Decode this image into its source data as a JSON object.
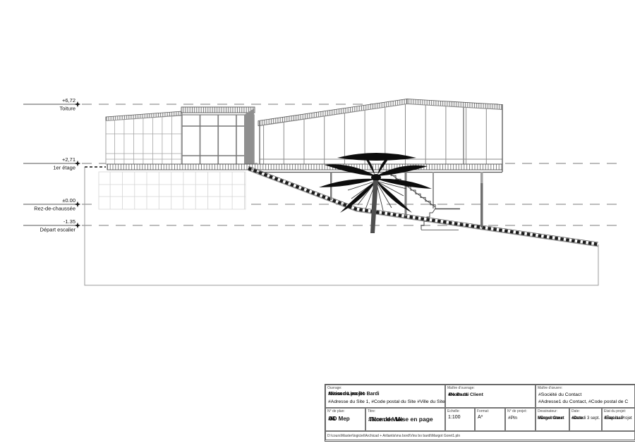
{
  "drawing": {
    "levels": [
      {
        "value": "+6,72",
        "name": "Toiture"
      },
      {
        "value": "+2,71",
        "name": "1er étage"
      },
      {
        "value": "±0.00",
        "name": "Rez-de-chaussée"
      },
      {
        "value": "-1.35",
        "name": "Départ escalier"
      }
    ],
    "scene": "Elevation of a glass house on pilotis with palm tree and external stair on sloping terrain"
  },
  "title_block": {
    "ouvrage": {
      "label": "Ouvrage:",
      "project_name_layers": [
        "#Nom du projet",
        "Maison Lina Bo Bardi"
      ],
      "address": "#Adresse du Site 1, #Code postal du Site #Ville du Site"
    },
    "maitre_ouvrage": {
      "label": "Maître d'ouvrage:",
      "client_layers": [
        "#Nom du Client",
        "Bo Bardi"
      ]
    },
    "maitre_oeuvre": {
      "label": "Maître d'œuvre:",
      "company": "#Société du Contact",
      "address": "#Adresse1 du Contact, #Code postal de C"
    },
    "plan_no": {
      "label": "N° de plan:",
      "layers": [
        "#ID Mep",
        "04"
      ]
    },
    "titre": {
      "label": "Titre:",
      "layers": [
        "#Nom de Mise en page",
        "Titre de Vue"
      ]
    },
    "echelle": {
      "label": "Echelle:",
      "value": "1:100"
    },
    "format": {
      "label": "Format:",
      "value": "A*"
    },
    "projet_no": {
      "label": "N° de projet:",
      "value": "#Pln"
    },
    "dessinateur": {
      "label": "Dessinateur:",
      "layers": [
        "Margot Goret",
        "#Dessinateur"
      ]
    },
    "date": {
      "label": "Date:",
      "layers": [
        "#Date",
        "samedi 3 sept."
      ]
    },
    "etat": {
      "label": "Etat du projet:",
      "layers": [
        "#État du Projet",
        "Esquisse"
      ]
    },
    "file_path": "D:\\cours\\Master\\logiciel\\Archicad + Artlantis\\ma bord\\Vins bo bardi\\Margot Goret1.pln"
  }
}
